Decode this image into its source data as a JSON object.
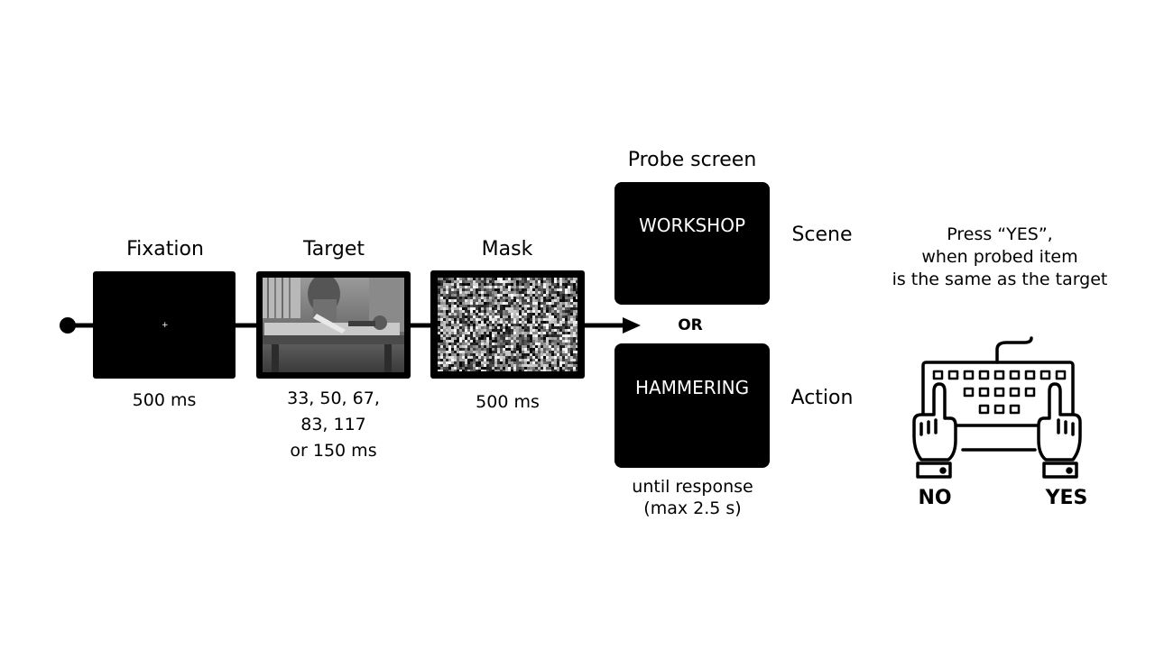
{
  "stages": {
    "fixation": {
      "title": "Fixation",
      "duration": "500 ms"
    },
    "target": {
      "title": "Target",
      "duration": "33, 50, 67,\n83, 117\nor 150 ms"
    },
    "mask": {
      "title": "Mask",
      "duration": "500 ms"
    }
  },
  "probe": {
    "title": "Probe screen",
    "scene_word": "WORKSHOP",
    "scene_label": "Scene",
    "or_label": "OR",
    "action_word": "HAMMERING",
    "action_label": "Action",
    "duration": "until response\n(max 2.5 s)"
  },
  "response": {
    "instruction": "Press “YES”,\nwhen probed item\nis the same as the target",
    "no_label": "NO",
    "yes_label": "YES",
    "icon": "keyboard-hands-icon"
  },
  "colors": {
    "screen": "#000000",
    "background": "#ffffff",
    "text": "#000000"
  }
}
